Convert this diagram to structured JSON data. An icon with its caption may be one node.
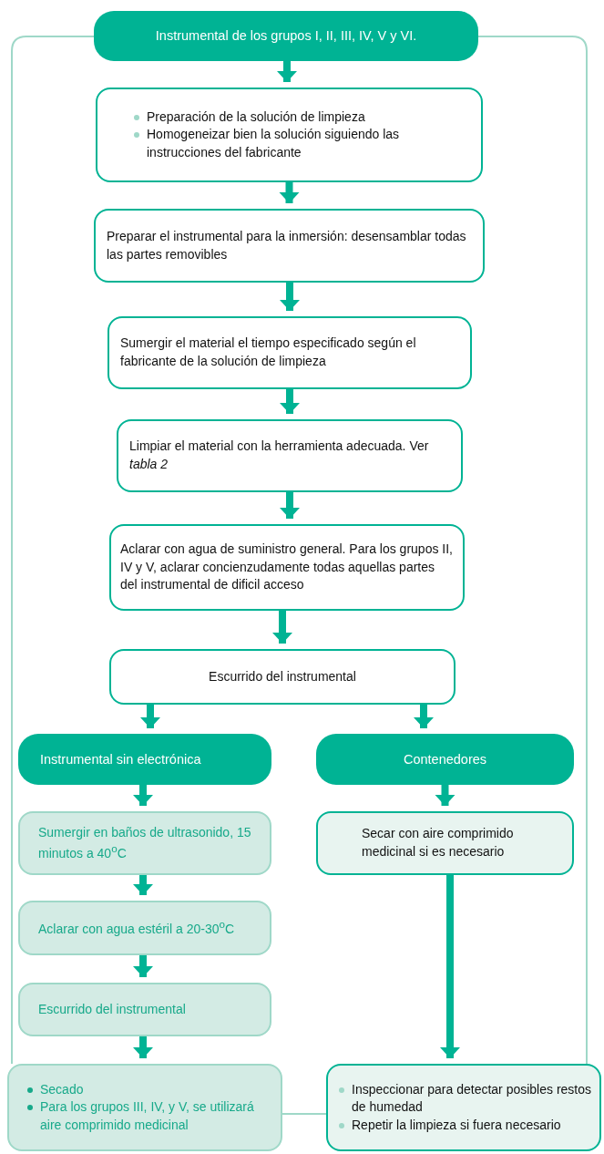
{
  "diagram": {
    "nodes": [
      {
        "text": [
          "Instrumental de los grupos I, II, III, IV, V y VI."
        ]
      },
      {
        "text": [
          "Preparación de la solución de limpieza",
          "Homogeneizar bien la solución siguiendo las instrucciones del fabricante"
        ]
      },
      {
        "text": [
          "Preparar el instrumental para la inmersión: desensamblar todas las partes removibles"
        ]
      },
      {
        "text": [
          "Sumergir el material el tiempo especificado según el fabricante de la solución de limpieza"
        ]
      },
      {
        "text": [
          "Limpiar el material con la herramienta adecuada. Ver *tabla 2*"
        ]
      },
      {
        "text": [
          "Aclarar con agua de suministro general. Para los grupos II, IV y V, aclarar concienzudamente todas aquellas partes  del instrumental de dificil acceso"
        ]
      },
      {
        "text": [
          "Escurrido del instrumental"
        ]
      },
      {
        "text": [
          "Instrumental sin electrónica"
        ]
      },
      {
        "text": [
          "Contenedores"
        ]
      },
      {
        "text": [
          "Sumergir en baños de ultrasonido, 15 minutos a 40$^{o}$C"
        ]
      },
      {
        "text": [
          "Aclarar con agua estéril a 20-30$^{o}$C"
        ]
      },
      {
        "text": [
          "Escurrido del instrumental"
        ]
      },
      {
        "text": [
          "Secado",
          "Para los grupos III, IV, y V, se utilizará aire comprimido medicinal"
        ]
      },
      {
        "text": [
          "Secar con aire comprimido medicinal si es necesario"
        ]
      },
      {
        "text": [
          "Inspeccionar para detectar posibles restos de humedad",
          "Repetir la limpieza si fuera necesario"
        ]
      }
    ],
    "edges": [
      {
        "from": 0,
        "to": 1,
        "arrow": "to"
      },
      {
        "from": 1,
        "to": 2,
        "arrow": "to"
      },
      {
        "from": 2,
        "to": 3,
        "arrow": "to"
      },
      {
        "from": 3,
        "to": 4,
        "arrow": "to"
      },
      {
        "from": 4,
        "to": 5,
        "arrow": "to"
      },
      {
        "from": 5,
        "to": 6,
        "arrow": "to"
      },
      {
        "from": 6,
        "to": 7,
        "arrow": "to"
      },
      {
        "from": 6,
        "to": 8,
        "arrow": "to"
      },
      {
        "from": 7,
        "to": 9,
        "arrow": "to"
      },
      {
        "from": 9,
        "to": 10,
        "arrow": "to"
      },
      {
        "from": 10,
        "to": 11,
        "arrow": "to"
      },
      {
        "from": 11,
        "to": 12,
        "arrow": "to"
      },
      {
        "from": 8,
        "to": 13,
        "arrow": "to"
      },
      {
        "from": 13,
        "to": 14,
        "arrow": "to"
      },
      {
        "from": 0,
        "to": 12,
        "arrow": "none",
        "color": "#9fd8c8"
      },
      {
        "from": 0,
        "to": 14,
        "arrow": "none",
        "color": "#9fd8c8"
      },
      {
        "from": 12,
        "to": 14,
        "arrow": "none",
        "color": "#9fd8c8"
      }
    ]
  }
}
